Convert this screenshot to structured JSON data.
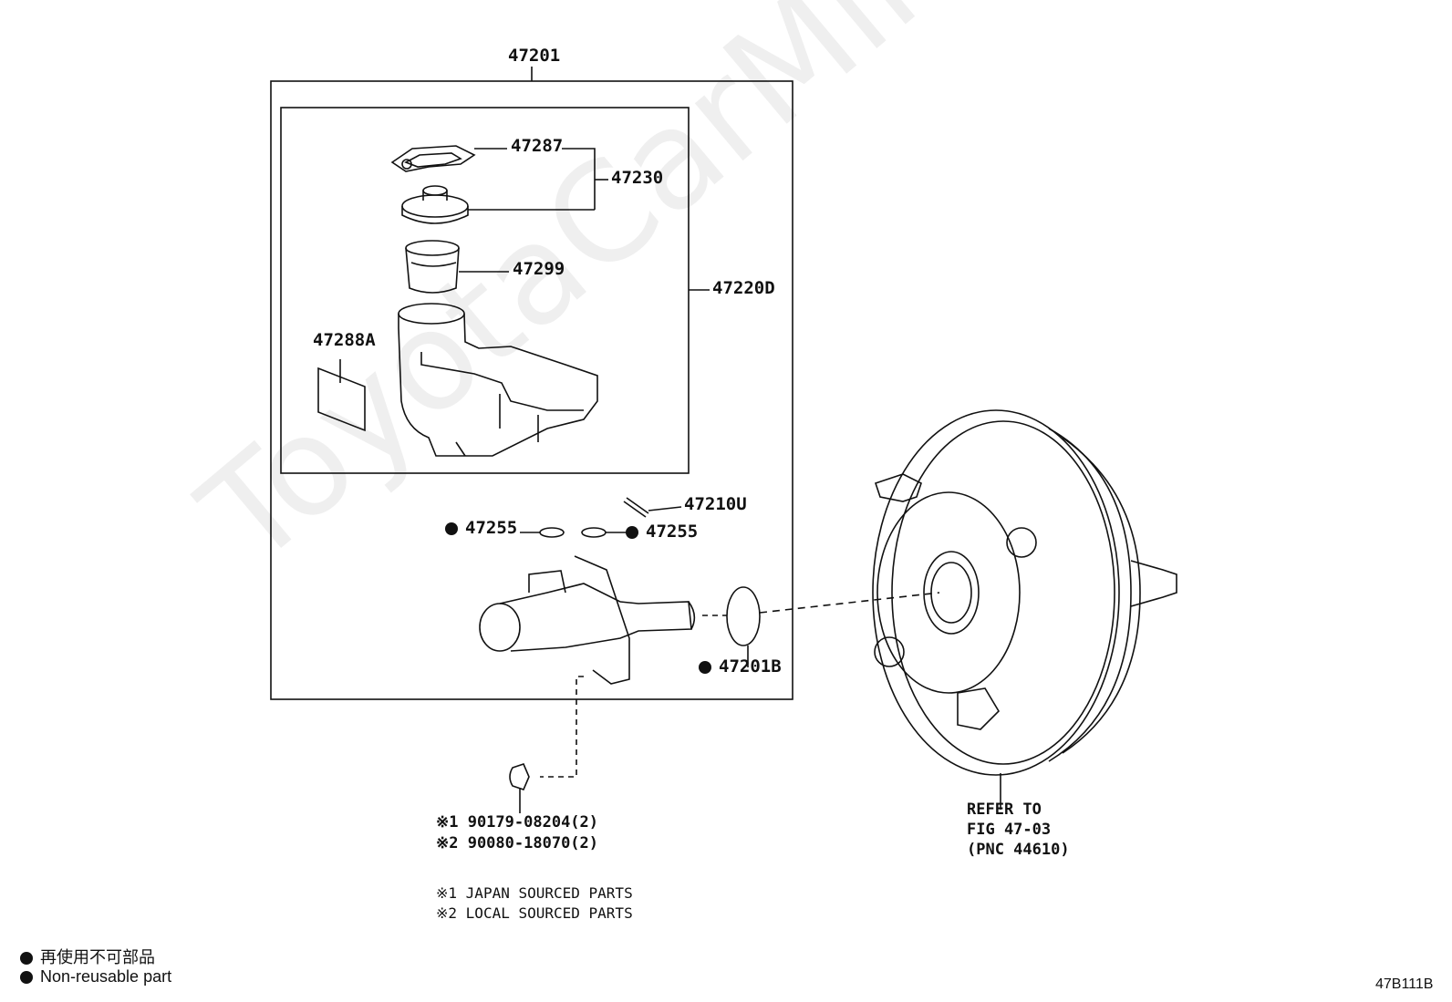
{
  "watermark": "ToyotaCarMine.ru",
  "labels": {
    "assembly": "47201",
    "cap_gasket": "47287",
    "cap_assy": "47230",
    "strainer": "47299",
    "reservoir": "47220D",
    "caution_plate": "47288A",
    "pin": "47210U",
    "grommet_left": "47255",
    "grommet_right": "47255",
    "o_ring": "47201B"
  },
  "fasteners": {
    "line1": "※1 90179-08204(2)",
    "line2": "※2 90080-18070(2)"
  },
  "refer": {
    "line1": "REFER TO",
    "line2": "FIG 47-03",
    "line3": "(PNC 44610)"
  },
  "notes": {
    "line1": "※1 JAPAN SOURCED PARTS",
    "line2": "※2 LOCAL SOURCED PARTS"
  },
  "legend": {
    "jp": "再使用不可部品",
    "en": "Non-reusable part"
  },
  "figure_code": "47B111B"
}
